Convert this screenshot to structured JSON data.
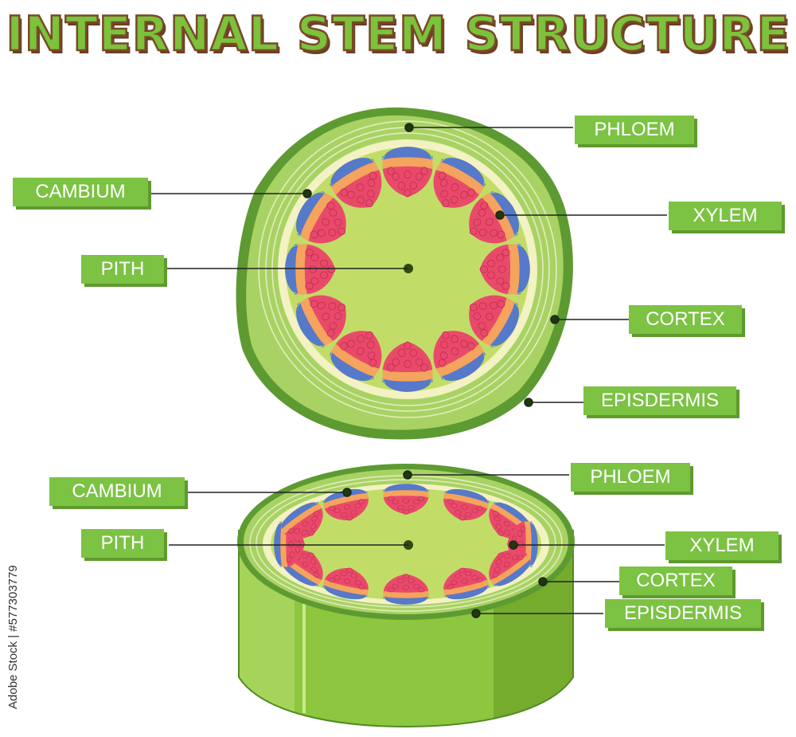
{
  "title": "INTERNAL STEM STRUCTURE",
  "watermark": "Adobe Stock | #577303779",
  "top_diagram": {
    "labels": {
      "phloem": "PHLOEM",
      "cambium": "CAMBIUM",
      "xylem": "XYLEM",
      "pith": "PITH",
      "cortex": "CORTEX",
      "epidermis": "EPISDERMIS"
    }
  },
  "bottom_diagram": {
    "labels": {
      "phloem": "PHLOEM",
      "cambium": "CAMBIUM",
      "xylem": "XYLEM",
      "pith": "PITH",
      "cortex": "CORTEX",
      "epidermis": "EPISDERMIS"
    }
  },
  "colors": {
    "epidermis": "#5d9a32",
    "cortex": "#a9d264",
    "pith": "#c2dd67",
    "cambium_ring": "#f3f2c2",
    "phloem": "#5679c9",
    "cambium": "#f4a45d",
    "xylem": "#e94a6a",
    "label_bg": "#7cc243",
    "title_fill": "#7cc23a",
    "title_outline": "#7a4a2a"
  }
}
